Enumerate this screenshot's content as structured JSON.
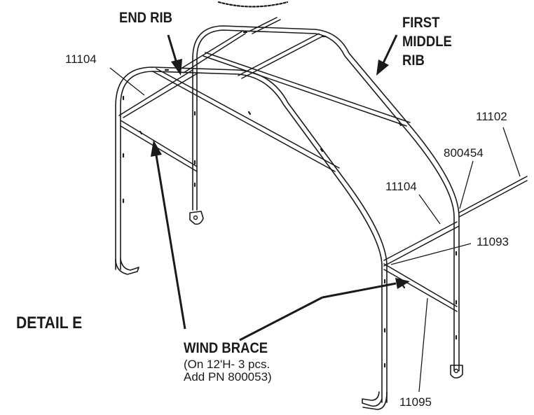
{
  "labels": {
    "end_rib": "END RIB",
    "first_middle_rib": [
      "FIRST",
      "MIDDLE",
      "RIB"
    ],
    "detail": "DETAIL E",
    "wind_brace": "WIND BRACE",
    "wind_brace_note": [
      "(On 12'H- 3 pcs.",
      "Add PN 800053)"
    ]
  },
  "part_numbers": {
    "left_top": "11104",
    "right_top": "11102",
    "connector": "800454",
    "right_middle": "11104",
    "right_lower": "11093",
    "bottom": "11095"
  },
  "colors": {
    "line": "#1a1a1a",
    "background": "#ffffff"
  }
}
